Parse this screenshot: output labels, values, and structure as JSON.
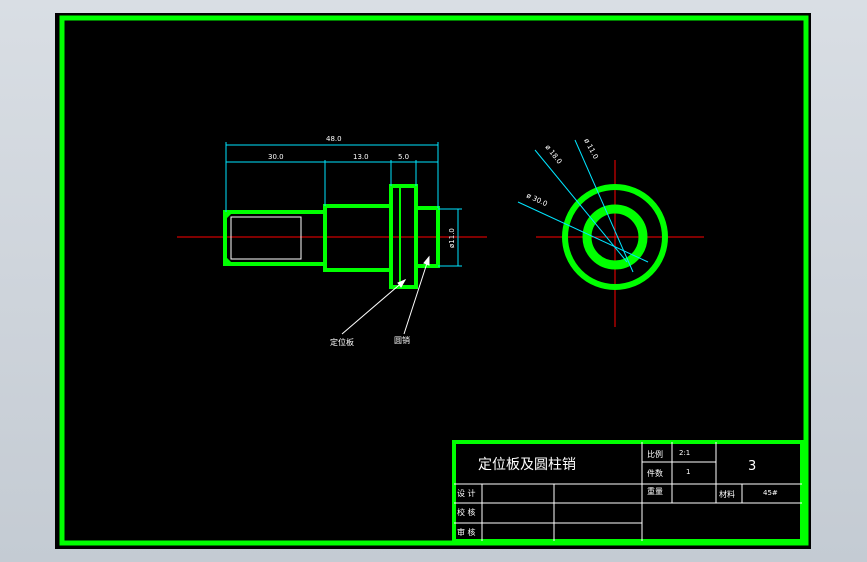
{
  "colors": {
    "outline": "#00ff00",
    "dimension": "#00e5ff",
    "centerline": "#ff0000",
    "leader": "#ffffff",
    "sheet": "#000000",
    "background": "#cdd3da"
  },
  "drawing": {
    "dimensions": {
      "overall_length": "48.0",
      "length_a": "30.0",
      "length_b": "13.0",
      "length_c": "5.0",
      "diameter_side": "ø11.0",
      "dia_end_1": "ø 11.0",
      "dia_end_2": "ø 18.0",
      "dia_end_3": "ø 30.0"
    },
    "callouts": {
      "plate": "定位板",
      "pin": "圆销"
    }
  },
  "title_block": {
    "title": "定位板及圆柱销",
    "scale_label": "比例",
    "scale_value": "2:1",
    "count_label": "件数",
    "count_value": "1",
    "weight_label": "重量",
    "drawing_number": "3",
    "material_label": "材料",
    "material_value": "45#",
    "design_label": "设 计",
    "check_label": "校 核",
    "review_label": "审 核"
  }
}
